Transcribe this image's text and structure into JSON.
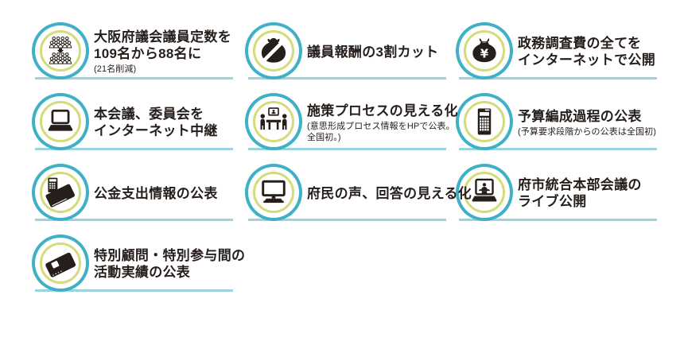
{
  "colors": {
    "ring_teal": "#3fb0c6",
    "ring_lime": "#d5db7a",
    "underline_teal": "#9cd3e0",
    "ink": "#251e1b",
    "background": "#ffffff"
  },
  "items": [
    {
      "icon": "crowd-reduction-icon",
      "title_lines": [
        "大阪府議会議員定数を",
        "109名から88名に"
      ],
      "note_lines": [
        "(21名削減)"
      ]
    },
    {
      "icon": "slashed-money-bag-icon",
      "title_lines": [
        "議員報酬の3割カット"
      ],
      "note_lines": []
    },
    {
      "icon": "yen-money-bag-icon",
      "title_lines": [
        "政務調査費の全てを",
        "インターネットで公開"
      ],
      "note_lines": []
    },
    {
      "icon": "laptop-icon",
      "title_lines": [
        "本会議、委員会を",
        "インターネット中継"
      ],
      "note_lines": []
    },
    {
      "icon": "meeting-table-icon",
      "title_lines": [
        "施策プロセスの見える化"
      ],
      "note_lines": [
        "(意思形成プロセス情報をHPで公表。",
        "全国初。)"
      ]
    },
    {
      "icon": "calculator-icon",
      "title_lines": [
        "予算編成過程の公表"
      ],
      "note_lines": [
        "(予算要求段階からの公表は全国初)"
      ]
    },
    {
      "icon": "ledger-calculator-icon",
      "title_lines": [
        "公金支出情報の公表"
      ],
      "note_lines": []
    },
    {
      "icon": "desktop-monitor-icon",
      "title_lines": [
        "府民の声、回答の見える化"
      ],
      "note_lines": []
    },
    {
      "icon": "live-broadcast-laptop-icon",
      "title_lines": [
        "府市統合本部会議の",
        "ライブ公開"
      ],
      "note_lines": []
    },
    {
      "icon": "report-binder-icon",
      "title_lines": [
        "特別顧問・特別参与間の",
        "活動実績の公表"
      ],
      "note_lines": []
    }
  ]
}
